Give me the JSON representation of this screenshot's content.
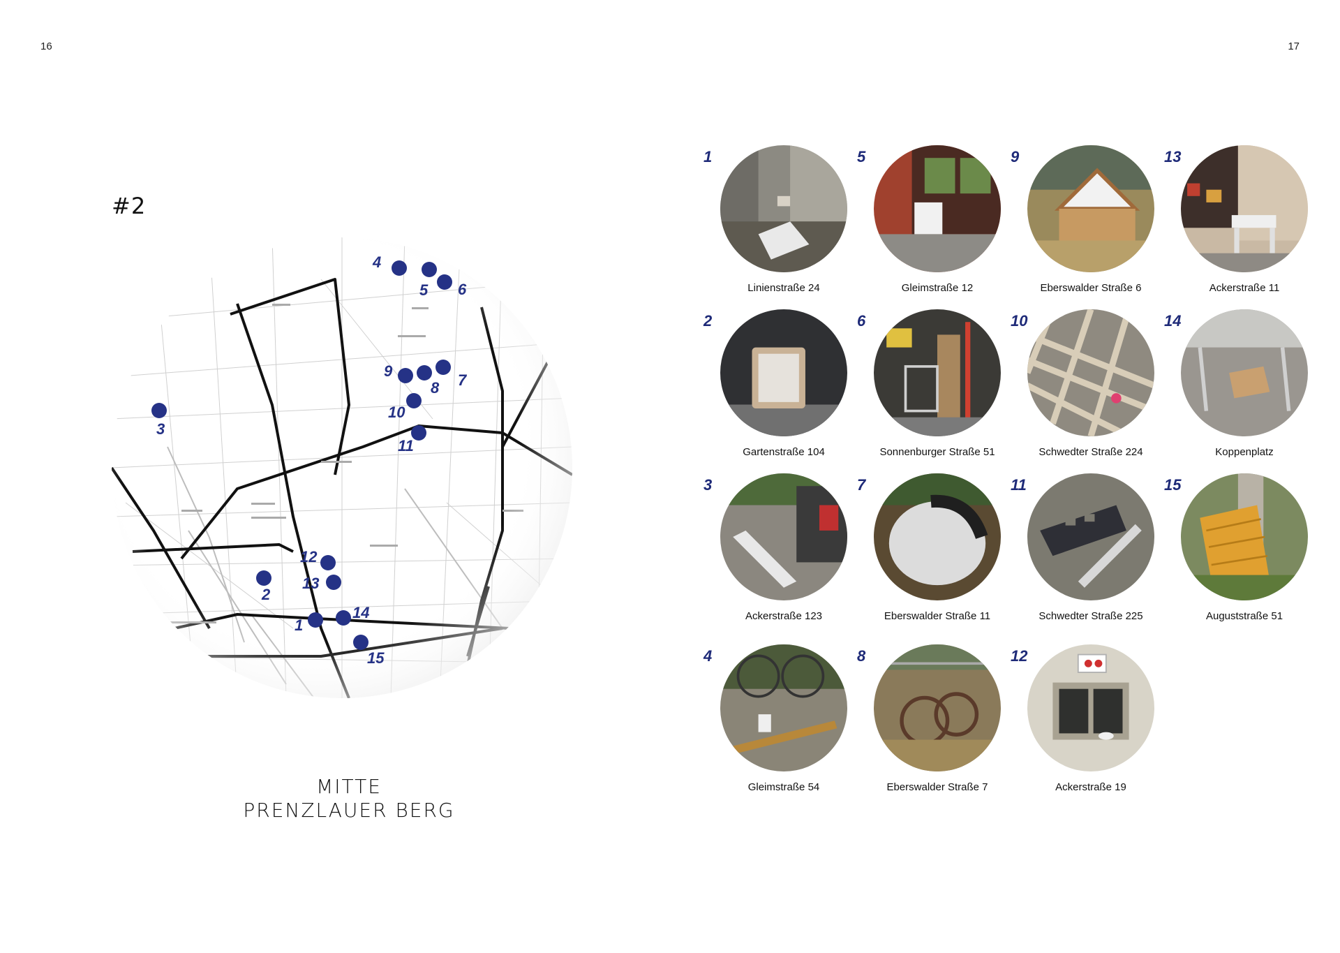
{
  "page_numbers": {
    "left": "16",
    "right": "17"
  },
  "section": {
    "number": "#2"
  },
  "district": {
    "line1": "MITTE",
    "line2": "PRENZLAUER BERG"
  },
  "colors": {
    "accent": "#1e2a78",
    "marker": "#253286"
  },
  "map": {
    "markers": [
      {
        "label": "1"
      },
      {
        "label": "2"
      },
      {
        "label": "3"
      },
      {
        "label": "4"
      },
      {
        "label": "5"
      },
      {
        "label": "6"
      },
      {
        "label": "7"
      },
      {
        "label": "8"
      },
      {
        "label": "9"
      },
      {
        "label": "10"
      },
      {
        "label": "11"
      },
      {
        "label": "12"
      },
      {
        "label": "13"
      },
      {
        "label": "14"
      },
      {
        "label": "15"
      }
    ]
  },
  "photos": [
    {
      "number": "1",
      "caption": "Linienstraße 24"
    },
    {
      "number": "5",
      "caption": "Gleimstraße 12"
    },
    {
      "number": "9",
      "caption": "Eberswalder Straße 6"
    },
    {
      "number": "13",
      "caption": "Ackerstraße 11"
    },
    {
      "number": "2",
      "caption": "Gartenstraße 104"
    },
    {
      "number": "6",
      "caption": "Sonnenburger Straße 51"
    },
    {
      "number": "10",
      "caption": "Schwedter Straße 224"
    },
    {
      "number": "14",
      "caption": "Koppenplatz"
    },
    {
      "number": "3",
      "caption": "Ackerstraße 123"
    },
    {
      "number": "7",
      "caption": "Eberswalder Straße 11"
    },
    {
      "number": "11",
      "caption": "Schwedter Straße 225"
    },
    {
      "number": "15",
      "caption": "Auguststraße 51"
    },
    {
      "number": "4",
      "caption": "Gleimstraße 54"
    },
    {
      "number": "8",
      "caption": "Eberswalder Straße 7"
    },
    {
      "number": "12",
      "caption": "Ackerstraße 19"
    }
  ]
}
